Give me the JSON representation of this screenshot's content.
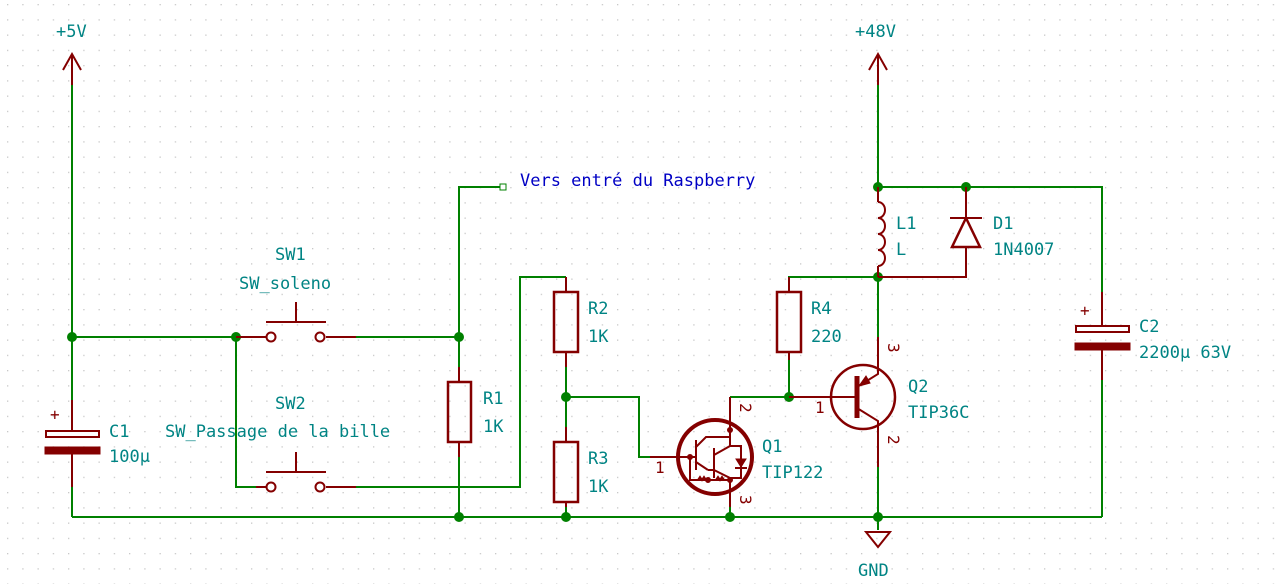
{
  "schematic": {
    "colors": {
      "wire": "#008000",
      "component": "#840000",
      "label": "#008484",
      "global_label": "#0000c4",
      "grid": "#c8c8c8"
    },
    "power": {
      "vcc5": "+5V",
      "vcc48": "+48V",
      "gnd": "GND"
    },
    "net_label": "Vers entré du Raspberry",
    "components": {
      "sw1": {
        "ref": "SW1",
        "value": "SW_soleno"
      },
      "sw2": {
        "ref": "SW2",
        "value": "SW_Passage de la bille"
      },
      "r1": {
        "ref": "R1",
        "value": "1K"
      },
      "r2": {
        "ref": "R2",
        "value": "1K"
      },
      "r3": {
        "ref": "R3",
        "value": "1K"
      },
      "r4": {
        "ref": "R4",
        "value": "220"
      },
      "c1": {
        "ref": "C1",
        "value": "100µ",
        "polarity": "+"
      },
      "c2": {
        "ref": "C2",
        "value": "2200µ 63V",
        "polarity": "+"
      },
      "l1": {
        "ref": "L1",
        "value": "L"
      },
      "d1": {
        "ref": "D1",
        "value": "1N4007"
      },
      "q1": {
        "ref": "Q1",
        "value": "TIP122",
        "pins": {
          "b": "1",
          "c": "2",
          "e": "3"
        }
      },
      "q2": {
        "ref": "Q2",
        "value": "TIP36C",
        "pins": {
          "b": "1",
          "c": "2",
          "e": "3"
        }
      }
    }
  }
}
